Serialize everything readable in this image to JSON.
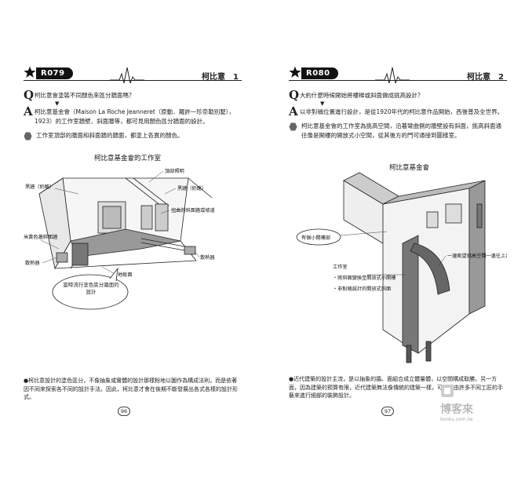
{
  "left": {
    "code": "R079",
    "title": "柯比意　1",
    "q_letter": "Q",
    "question": "柯比意會塗裝不同顏色來區分牆面嗎？",
    "a_letter": "A",
    "answer": "柯比意基金會（Maison La Roche Jeanneret（原動．羅許一珍奈勒別墅），1923）的工作室牆壁、斜面牆等，都可見用顏色區分牆面的設計。",
    "bullet": "工作室頂部的牆面和斜面牆的牆面，都塗上各異的顏色。",
    "figure": {
      "title": "柯比意基金會的工作室",
      "labels": {
        "top_light": "頂部照明",
        "wall_beige_left": "黑牆（奶酪）",
        "wall_beige_right": "黑牆（奶酪）",
        "slope_wall": "扭曲的斜面牆或坡道",
        "beige_slope": "米黃色牆斜面牆",
        "radiator_left": "散熱器",
        "radiator_right": "散熱器",
        "floor": "地板面",
        "bubble": "當時流行塗色區分牆面的設計"
      }
    },
    "footnote": "●柯比意設計的塗色區分，不像抽象或實體的設計那樣粉地以圖作為構成法則，而是依著因不同來探索各不同的設計手法。因此，柯比意才會在後期不斷發展出各式各樣的設計形式。",
    "page_no": "96"
  },
  "right": {
    "code": "R080",
    "title": "柯比意　2",
    "q_letter": "Q",
    "question": "大約什麼時候開始將樓梯或斜面做成挑高設計？",
    "a_letter": "A",
    "answer": "以非對稱位置進行設計，是從1920年代的柯比意作品開始，西後普及全世界。",
    "bullet": "柯比意基金會的工作室為挑高空間，沿著彎曲側的牆壁設有斜面，挑高斜面通往像是開樓的開放式小空間，從其後方的門可通接到圖樣室。",
    "figure": {
      "title": "柯比意基金會",
      "labels": {
        "small_gallery": "有個小開樓部",
        "stair_ramp": "一邊眺望挑高空間一邊往上走",
        "studio": "工作室",
        "note_1": "・將斜面變換至開放式小開樓",
        "note_2": "・非對稱設計的開放式斜面"
      }
    },
    "footnote": "●近代建築的設計主流，是以抽象的牆、面組合成立體量體，以空間構成取勝。另一方面，因為建築的預算有限，近代建築無法像傳統的建築一樣，可以藉由許多不同工匠的手藝來進行細部的裝飾設計。",
    "page_no": "97"
  },
  "watermark": {
    "text": "博客來",
    "url": "books.com.tw"
  }
}
